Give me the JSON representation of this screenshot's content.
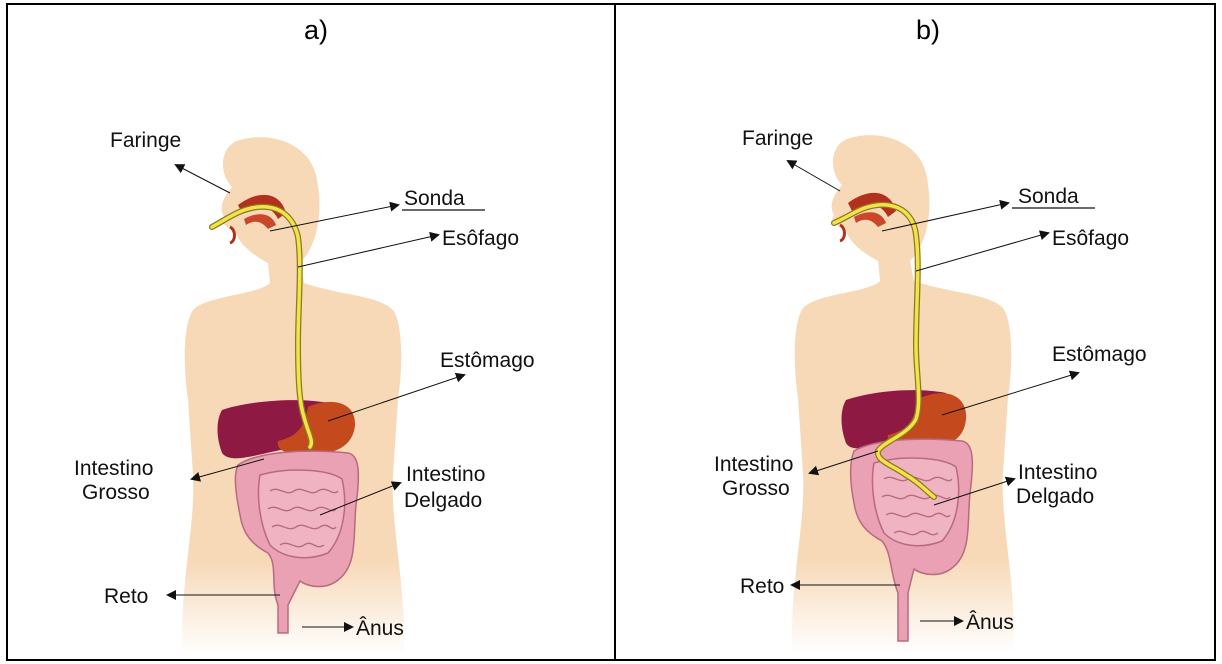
{
  "panels": [
    {
      "title": "a)",
      "labels": {
        "pharynx": "Faringe",
        "tube": "Sonda",
        "esophagus": "Esôfago",
        "stomach": "Estômago",
        "large_intestine_1": "Intestino",
        "large_intestine_2": "Grosso",
        "small_intestine_1": "Intestino",
        "small_intestine_2": "Delgado",
        "rectum": "Reto",
        "anus": "Ânus"
      }
    },
    {
      "title": "b)",
      "labels": {
        "pharynx": "Faringe",
        "tube": "Sonda",
        "esophagus": "Esôfago",
        "stomach": "Estômago",
        "large_intestine_1": "Intestino",
        "large_intestine_2": "Grosso",
        "small_intestine_1": "Intestino",
        "small_intestine_2": "Delgado",
        "rectum": "Reto",
        "anus": "Ânus"
      }
    }
  ],
  "colors": {
    "skin": "#f7d9b8",
    "liver": "#8e1a44",
    "stomach": "#c44a1e",
    "intestine": "#e9a1b3",
    "tube": "#f3e24a",
    "airway": "#b2301c"
  }
}
